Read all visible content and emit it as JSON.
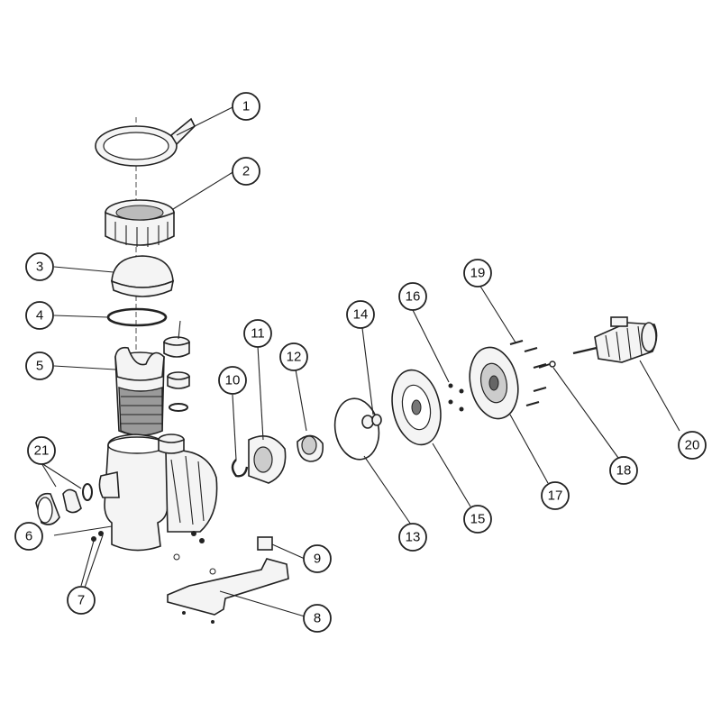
{
  "callouts": [
    {
      "id": "1",
      "label": "1"
    },
    {
      "id": "2",
      "label": "2"
    },
    {
      "id": "3",
      "label": "3"
    },
    {
      "id": "4",
      "label": "4"
    },
    {
      "id": "5",
      "label": "5"
    },
    {
      "id": "6",
      "label": "6"
    },
    {
      "id": "7",
      "label": "7"
    },
    {
      "id": "8",
      "label": "8"
    },
    {
      "id": "9",
      "label": "9"
    },
    {
      "id": "10",
      "label": "10"
    },
    {
      "id": "11",
      "label": "11"
    },
    {
      "id": "12",
      "label": "12"
    },
    {
      "id": "13",
      "label": "13"
    },
    {
      "id": "14",
      "label": "14"
    },
    {
      "id": "15",
      "label": "15"
    },
    {
      "id": "16",
      "label": "16"
    },
    {
      "id": "17",
      "label": "17"
    },
    {
      "id": "18",
      "label": "18"
    },
    {
      "id": "19",
      "label": "19"
    },
    {
      "id": "20",
      "label": "20"
    },
    {
      "id": "21",
      "label": "21"
    }
  ],
  "colors": {
    "line": "#222222",
    "fill": "#f4f4f4",
    "dark_fill": "#9a9a9a",
    "background": "#ffffff"
  }
}
